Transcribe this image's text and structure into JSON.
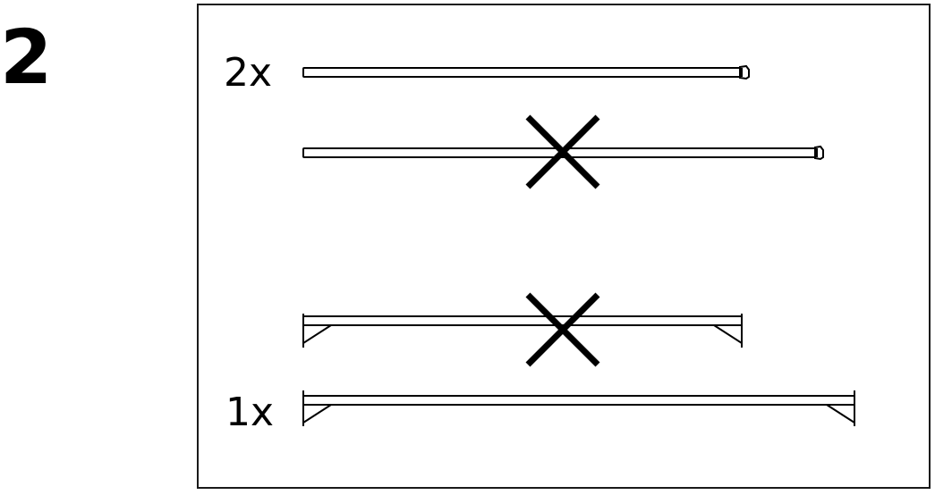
{
  "step": {
    "number": "2"
  },
  "rows": [
    {
      "quantity": "2x",
      "part": "rail",
      "crossed": false
    },
    {
      "quantity": "",
      "part": "rail-long",
      "crossed": true
    },
    {
      "quantity": "",
      "part": "shelf-short",
      "crossed": true
    },
    {
      "quantity": "1x",
      "part": "shelf-long",
      "crossed": false
    }
  ],
  "colors": {
    "line": "#000000",
    "panel_border": "#1a1a1a",
    "background": "#ffffff"
  }
}
